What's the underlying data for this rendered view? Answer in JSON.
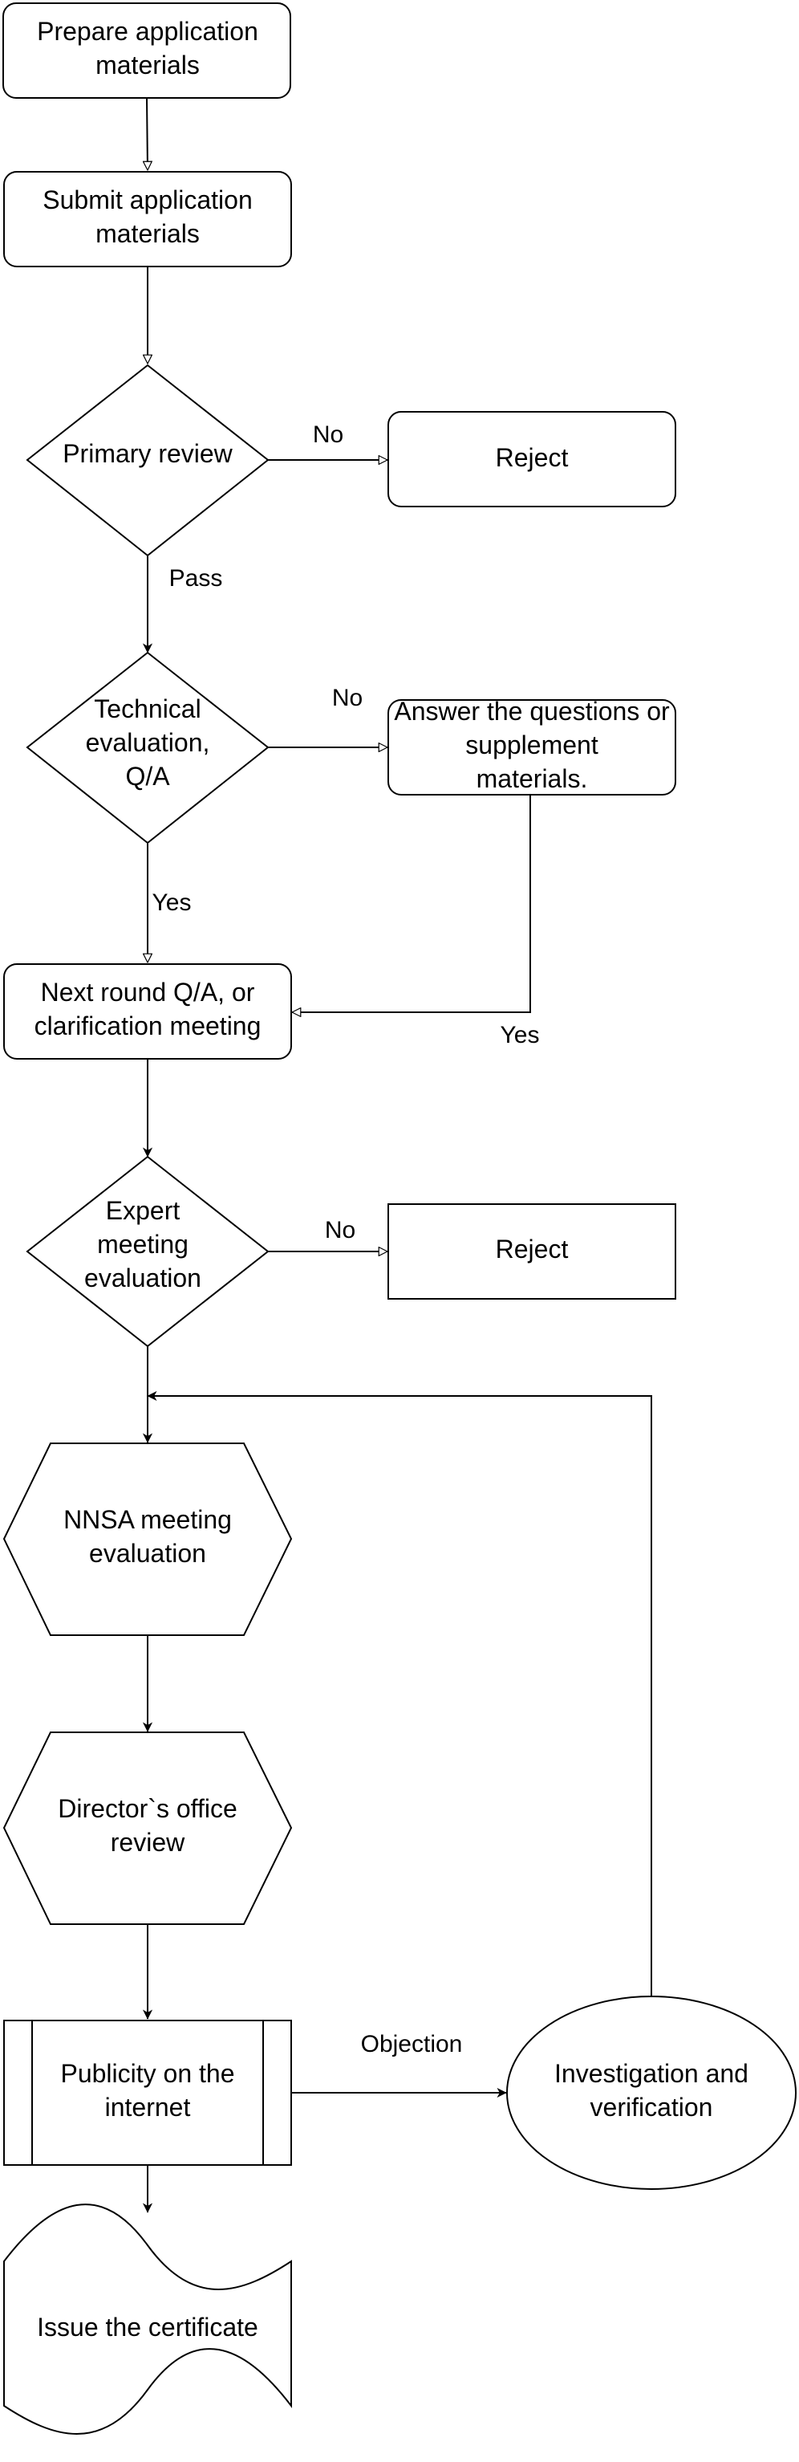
{
  "nodes": {
    "prepare": {
      "lines": [
        "Prepare application",
        "materials"
      ]
    },
    "submit": {
      "lines": [
        "Submit application",
        "materials"
      ]
    },
    "primary_review": {
      "lines": [
        "Primary review"
      ]
    },
    "reject_1": {
      "lines": [
        "Reject"
      ]
    },
    "technical_eval": {
      "lines": [
        "Technical",
        "evaluation,",
        "Q/A"
      ]
    },
    "answer_questions": {
      "lines": [
        "Answer the questions or",
        "supplement",
        "materials."
      ]
    },
    "next_round": {
      "lines": [
        "Next round Q/A, or",
        "clarification meeting"
      ]
    },
    "expert_meeting": {
      "lines": [
        "Expert",
        "meeting",
        "evaluation"
      ]
    },
    "reject_2": {
      "lines": [
        "Reject"
      ]
    },
    "nnsa_meeting": {
      "lines": [
        "NNSA meeting",
        "evaluation"
      ]
    },
    "directors_office": {
      "lines": [
        "Director`s office",
        "review"
      ]
    },
    "publicity": {
      "lines": [
        "Publicity on the",
        "internet"
      ]
    },
    "investigation": {
      "lines": [
        "Investigation and",
        "verification"
      ]
    },
    "issue_certificate": {
      "lines": [
        "Issue the certificate"
      ]
    }
  },
  "edge_labels": {
    "primary_no": "No",
    "primary_pass": "Pass",
    "technical_no": "No",
    "technical_yes": "Yes",
    "answer_yes": "Yes",
    "expert_no": "No",
    "objection": "Objection"
  }
}
